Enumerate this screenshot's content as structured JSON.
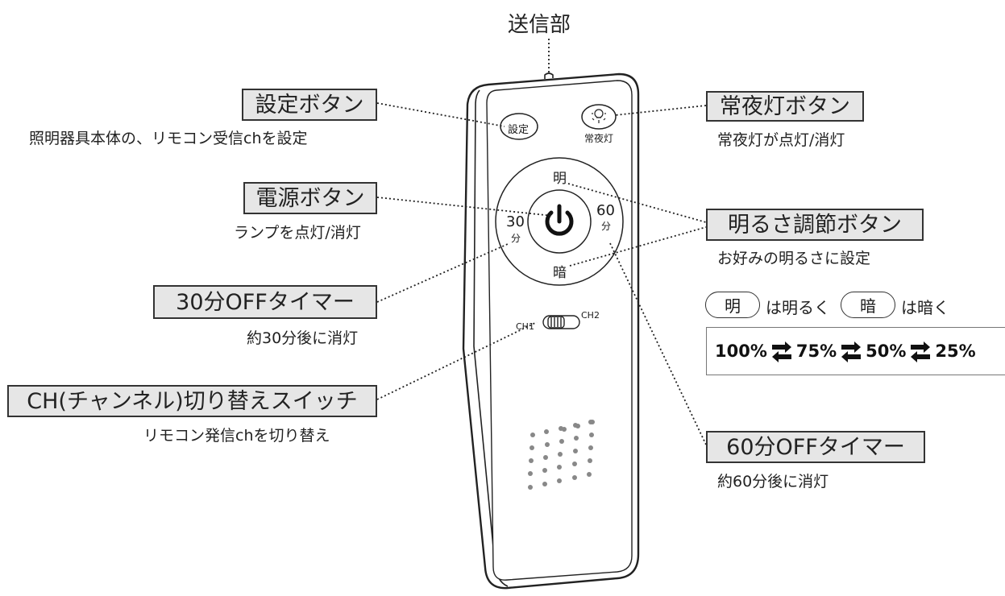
{
  "labels": {
    "transmitter": "送信部",
    "settings_button": {
      "title": "設定ボタン",
      "desc": "照明器具本体の、リモコン受信chを設定"
    },
    "nightlight_button": {
      "title": "常夜灯ボタン",
      "desc": "常夜灯が点灯/消灯"
    },
    "power_button": {
      "title": "電源ボタン",
      "desc": "ランプを点灯/消灯"
    },
    "brightness_button": {
      "title": "明るさ調節ボタン",
      "desc": "お好みの明るさに設定"
    },
    "timer30": {
      "title": "30分OFFタイマー",
      "desc": "約30分後に消灯"
    },
    "timer60": {
      "title": "60分OFFタイマー",
      "desc": "約60分後に消灯"
    },
    "ch_switch": {
      "title": "CH(チャンネル)切り替えスイッチ",
      "desc": "リモコン発信chを切り替え"
    }
  },
  "brightness_note": {
    "bright_key": "明",
    "bright_text": "は明るく",
    "dark_key": "暗",
    "dark_text": "は暗く"
  },
  "brightness_levels": [
    "100%",
    "75%",
    "50%",
    "25%"
  ],
  "remote": {
    "settings_key": "設定",
    "nightlight_key": "常夜灯",
    "bright_key": "明",
    "dark_key": "暗",
    "timer30_num": "30",
    "timer30_unit": "分",
    "timer60_num": "60",
    "timer60_unit": "分",
    "ch1": "CH1",
    "ch2": "CH2"
  }
}
